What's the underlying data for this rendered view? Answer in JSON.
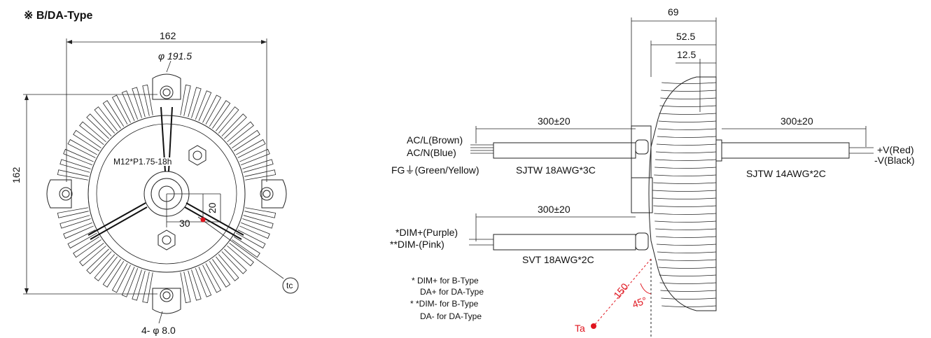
{
  "title": "※ B/DA-Type",
  "front_view": {
    "width_dim": "162",
    "height_dim": "162",
    "diameter": "φ 191.5",
    "thread": "M12*P1.75-18h",
    "hole_dim": "4- φ 8.0",
    "tc_label": "tc",
    "offset_h": "30",
    "offset_v": "20"
  },
  "side_view": {
    "dim_69": "69",
    "dim_52_5": "52.5",
    "dim_12_5": "12.5",
    "ac_cable_length": "300±20",
    "dim_cable_length": "300±20",
    "out_cable_length": "300±20",
    "ac_l": "AC/L(Brown)",
    "ac_n": "AC/N(Blue)",
    "fg": "FG⏚(Green/Yellow)",
    "ac_cable": "SJTW 18AWG*3C",
    "out_cable": "SJTW 14AWG*2C",
    "v_plus": "+V(Red)",
    "v_minus": "-V(Black)",
    "dim_plus": "*DIM+(Purple)",
    "dim_minus": "**DIM-(Pink)",
    "dim_cable": "SVT 18AWG*2C",
    "ta_label": "Ta",
    "ta_dist": "150",
    "ta_angle": "45°"
  },
  "notes": [
    "* DIM+ for B-Type",
    "DA+ for DA-Type",
    "* *DIM- for B-Type",
    "DA- for DA-Type"
  ]
}
